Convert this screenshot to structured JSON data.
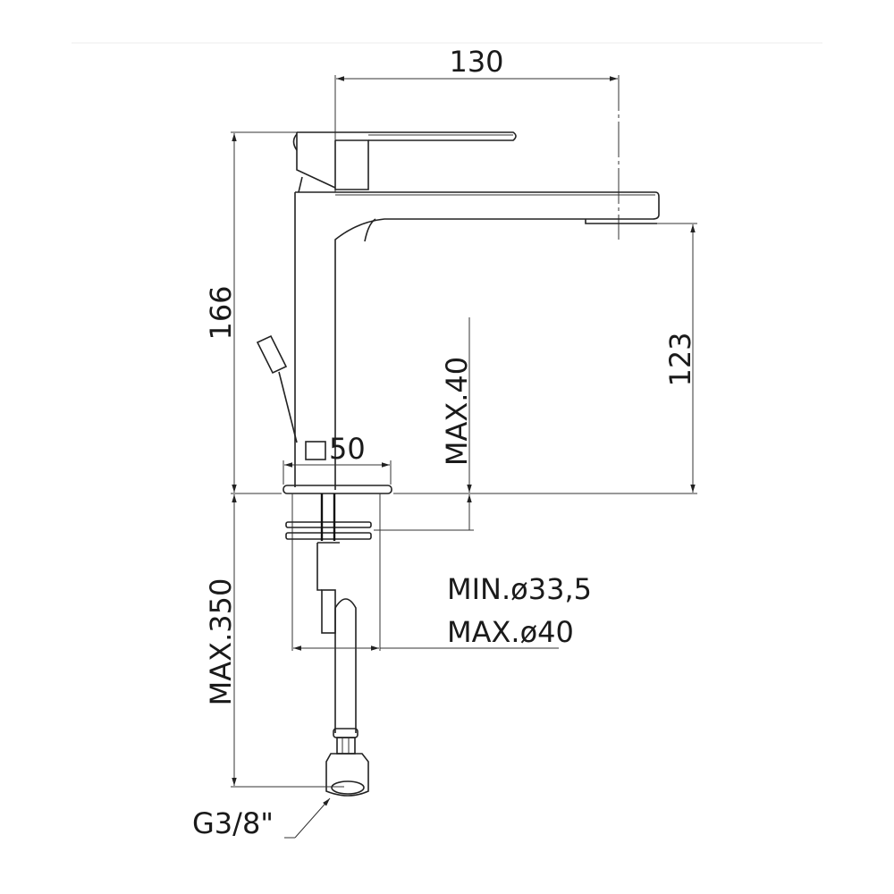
{
  "drawing": {
    "title": "Basin mixer technical drawing",
    "dimensions": {
      "spout_reach": "130",
      "total_height": "166",
      "spout_height": "123",
      "max_deck_thickness": "MAX.40",
      "base_size": "50",
      "hose_length": "MAX.350",
      "hole_min": "MIN.ø33,5",
      "hole_max": "MAX.ø40",
      "connection": "G3/8\""
    },
    "colors": {
      "line": "#222222",
      "background": "#ffffff"
    }
  }
}
